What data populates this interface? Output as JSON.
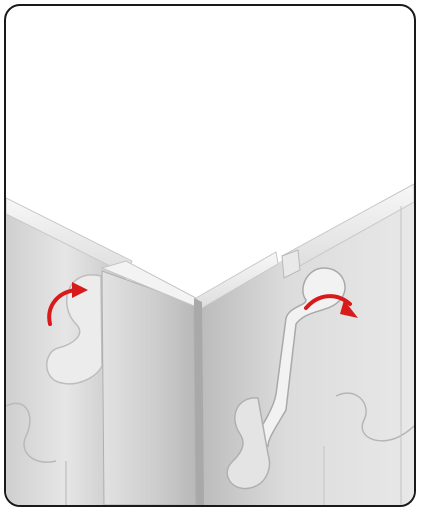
{
  "illustration": {
    "subject": "puzzle-floor-mat-corner-assembly",
    "icons": [
      "curved-arrow-icon-left",
      "curved-arrow-icon-right"
    ],
    "colors": {
      "frame_border": "#1a1a1a",
      "mat_light": "#efefef",
      "mat_mid": "#d9d9d9",
      "mat_dark": "#bdbdbd",
      "edge_highlight": "#ffffff",
      "arrow": "#d91a1a"
    }
  }
}
